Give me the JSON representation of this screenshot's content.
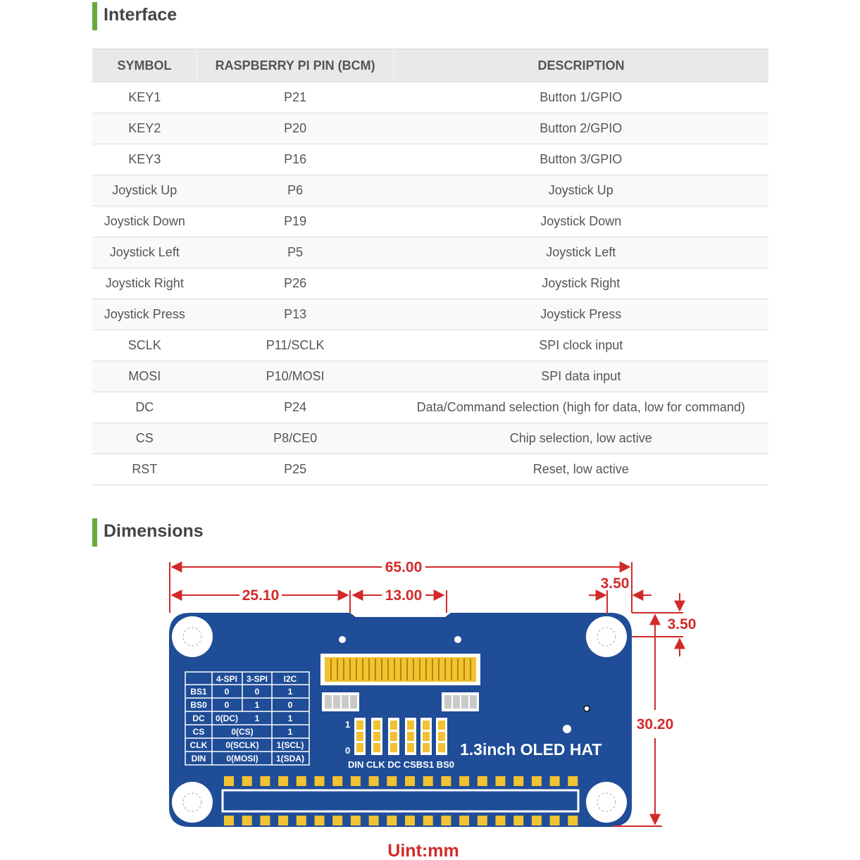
{
  "interface": {
    "title": "Interface",
    "headers": [
      "SYMBOL",
      "RASPBERRY PI PIN (BCM)",
      "DESCRIPTION"
    ],
    "rows": [
      [
        "KEY1",
        "P21",
        "Button 1/GPIO"
      ],
      [
        "KEY2",
        "P20",
        "Button 2/GPIO"
      ],
      [
        "KEY3",
        "P16",
        "Button 3/GPIO"
      ],
      [
        "Joystick Up",
        "P6",
        "Joystick Up"
      ],
      [
        "Joystick Down",
        "P19",
        "Joystick Down"
      ],
      [
        "Joystick Left",
        "P5",
        "Joystick Left"
      ],
      [
        "Joystick Right",
        "P26",
        "Joystick Right"
      ],
      [
        "Joystick Press",
        "P13",
        "Joystick Press"
      ],
      [
        "SCLK",
        "P11/SCLK",
        "SPI clock input"
      ],
      [
        "MOSI",
        "P10/MOSI",
        "SPI data input"
      ],
      [
        "DC",
        "P24",
        "Data/Command selection (high for data, low for command)"
      ],
      [
        "CS",
        "P8/CE0",
        "Chip selection, low active"
      ],
      [
        "RST",
        "P25",
        "Reset, low active"
      ]
    ]
  },
  "dimensions": {
    "title": "Dimensions",
    "width_total": "65.00",
    "offset_left": "25.10",
    "connector_width": "13.00",
    "hole_inset_x": "3.50",
    "hole_inset_y": "3.50",
    "height_total": "30.20",
    "unit_label": "Uint:mm",
    "board_label": "1.3inch OLED HAT",
    "config_table": {
      "headers": [
        "4-SPI",
        "3-SPI",
        "I2C"
      ],
      "rows": [
        [
          "BS1",
          "0",
          "0",
          "1"
        ],
        [
          "BS0",
          "0",
          "1",
          "0"
        ],
        [
          "DC",
          "0(DC)",
          "1",
          "1"
        ],
        [
          "CS",
          "0(CS)",
          "1"
        ],
        [
          "CLK",
          "0(SCLK)",
          "1(SCL)"
        ],
        [
          "DIN",
          "0(MOSI)",
          "1(SDA)"
        ]
      ]
    },
    "jumper_row_labels": [
      "1",
      "0"
    ],
    "jumper_labels": "DIN CLK DC CSBS1 BS0",
    "board_color": "#1f4d97",
    "dimension_color": "#d22a2a"
  }
}
